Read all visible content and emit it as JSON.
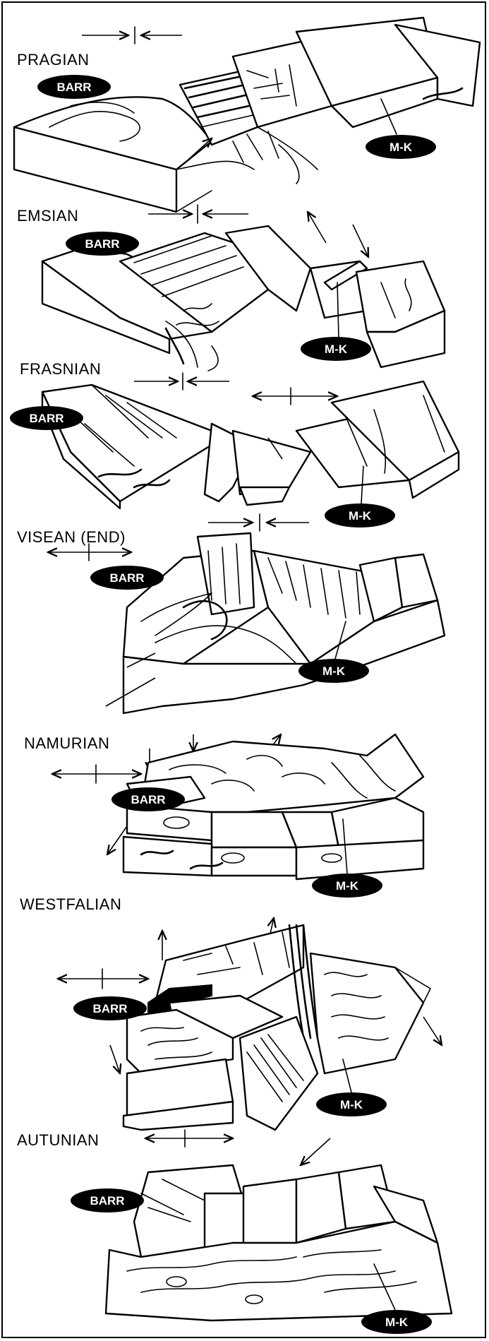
{
  "stages": [
    {
      "title": "PRAGIAN",
      "barr": "BARR",
      "mk": "M-K"
    },
    {
      "title": "EMSIAN",
      "barr": "BARR",
      "mk": "M-K"
    },
    {
      "title": "FRASNIAN",
      "barr": "BARR",
      "mk": "M-K"
    },
    {
      "title": "VISEAN (END)",
      "barr": "BARR",
      "mk": "M-K"
    },
    {
      "title": "NAMURIAN",
      "barr": "BARR",
      "mk": "M-K"
    },
    {
      "title": "WESTFALIAN",
      "barr": "BARR",
      "mk": "M-K"
    },
    {
      "title": "AUTUNIAN",
      "barr": "BARR",
      "mk": "M-K"
    }
  ]
}
